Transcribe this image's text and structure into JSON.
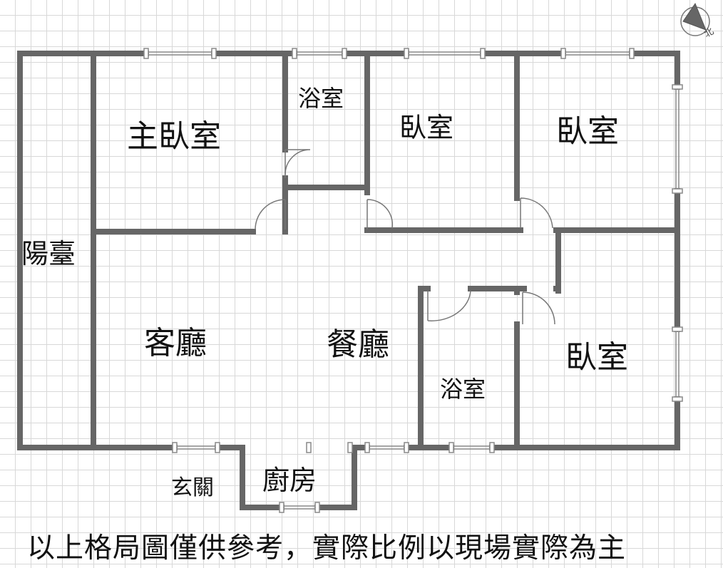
{
  "rooms": {
    "master_bedroom": "主臥室",
    "bath_top": "浴室",
    "bedroom_2": "臥室",
    "bedroom_3": "臥室",
    "balcony": "陽臺",
    "living_room": "客廳",
    "dining_room": "餐廳",
    "bath_bottom": "浴室",
    "bedroom_4": "臥室",
    "entrance": "玄關",
    "kitchen": "廚房"
  },
  "compass": {
    "label": "北"
  },
  "note": "以上格局圖僅供參考，實際比例以現場實際為主",
  "colors": {
    "wall": "#666666",
    "grid": "#d8d8d8"
  }
}
